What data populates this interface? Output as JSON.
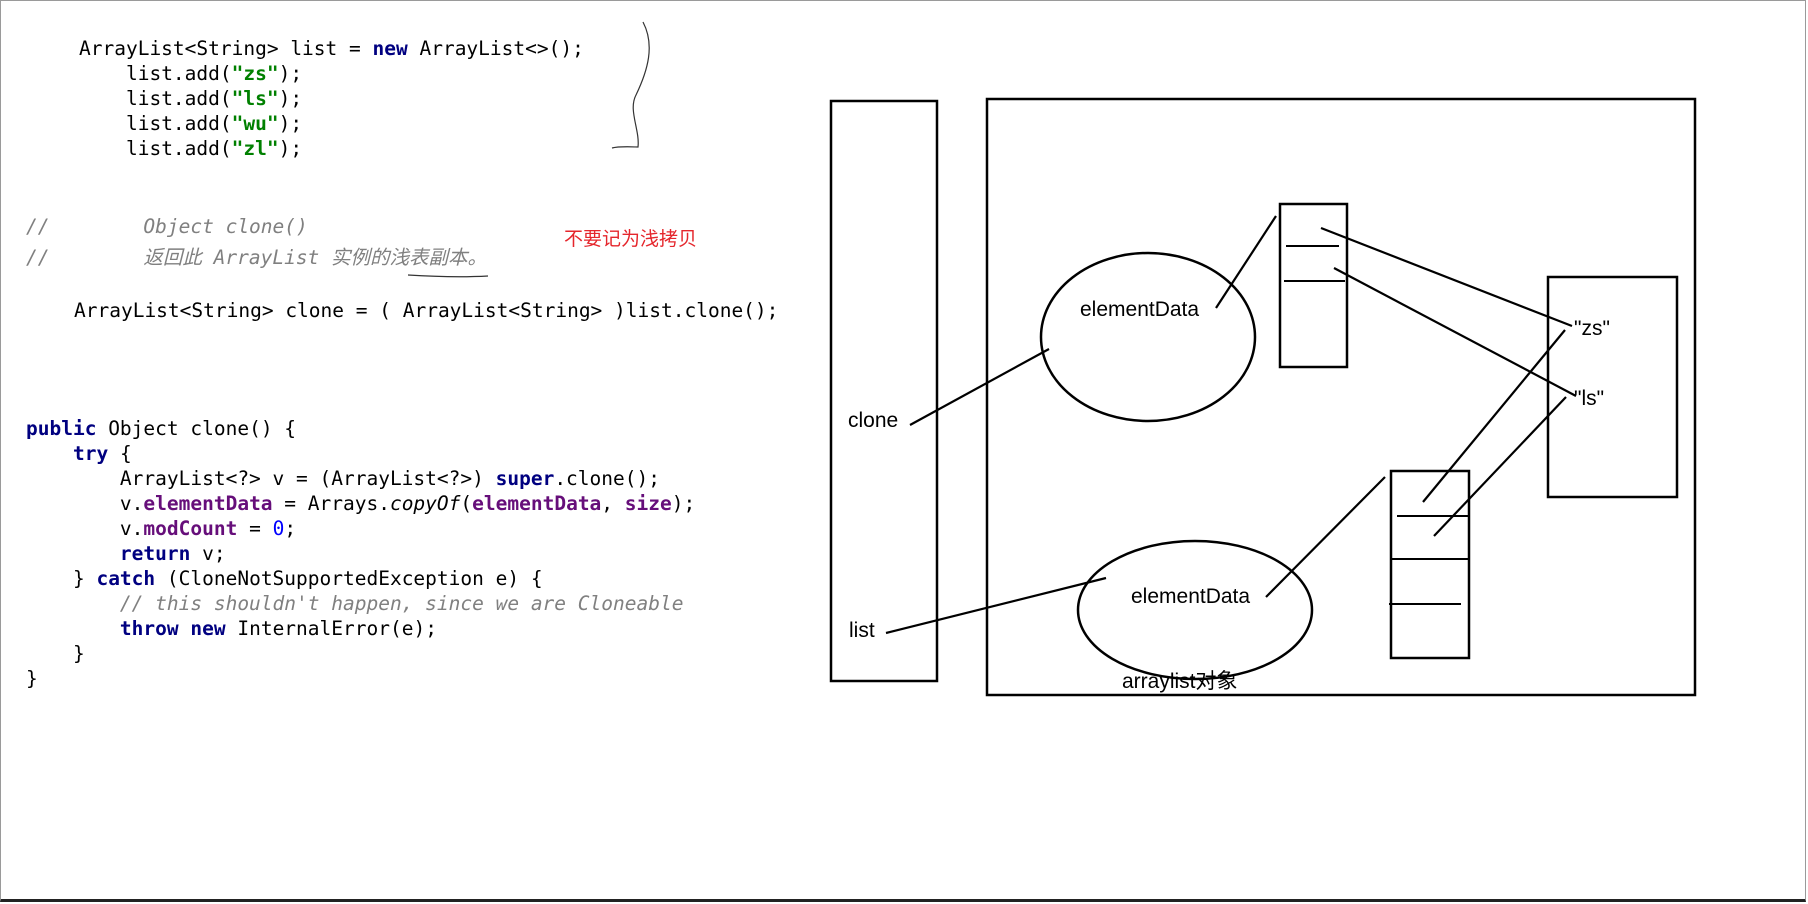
{
  "code_block_1": {
    "line1": {
      "a": "ArrayList<String> list = ",
      "kw": "new",
      "b": " ArrayList<>();"
    },
    "adds": [
      {
        "pre": "list.add(",
        "str": "\"zs\"",
        "post": ");"
      },
      {
        "pre": "list.add(",
        "str": "\"ls\"",
        "post": ");"
      },
      {
        "pre": "list.add(",
        "str": "\"wu\"",
        "post": ");"
      },
      {
        "pre": "list.add(",
        "str": "\"zl\"",
        "post": ");"
      }
    ]
  },
  "comment_block": {
    "line1": "//        Object clone()",
    "line2": "//        返回此 ArrayList 实例的浅表副本。"
  },
  "note": "不要记为浅拷贝",
  "clone_line": "ArrayList<String> clone = ( ArrayList<String> )list.clone();",
  "method": {
    "kw_public": "public",
    "sig": " Object clone() {",
    "kw_try": "try",
    "try_brace": " {",
    "l3_a": "ArrayList<?> v = (ArrayList<?>) ",
    "kw_super": "super",
    "l3_b": ".clone();",
    "l4_a": "v.",
    "l4_field": "elementData",
    "l4_b": " = Arrays.",
    "l4_method": "copyOf",
    "l4_c": "(",
    "l4_field2": "elementData",
    "l4_d": ", ",
    "l4_field3": "size",
    "l4_e": ");",
    "l5_a": "v.",
    "l5_field": "modCount",
    "l5_b": " = ",
    "l5_num": "0",
    "l5_c": ";",
    "kw_return": "return",
    "l6_b": " v;",
    "l7_a": "} ",
    "kw_catch": "catch",
    "l7_b": " (CloneNotSupportedException e) {",
    "l8_comment": "// this shouldn't happen, since we are Cloneable",
    "kw_throw": "throw",
    "kw_new": "new",
    "l9_b": " InternalError(e);",
    "l10": "}",
    "l11": "}"
  },
  "diagram": {
    "label_clone": "clone",
    "label_list": "list",
    "label_elementData_top": "elementData",
    "label_elementData_bottom": "elementData",
    "label_zs": "\"zs\"",
    "label_ls": "\"ls\"",
    "label_object": "arraylist对象"
  }
}
